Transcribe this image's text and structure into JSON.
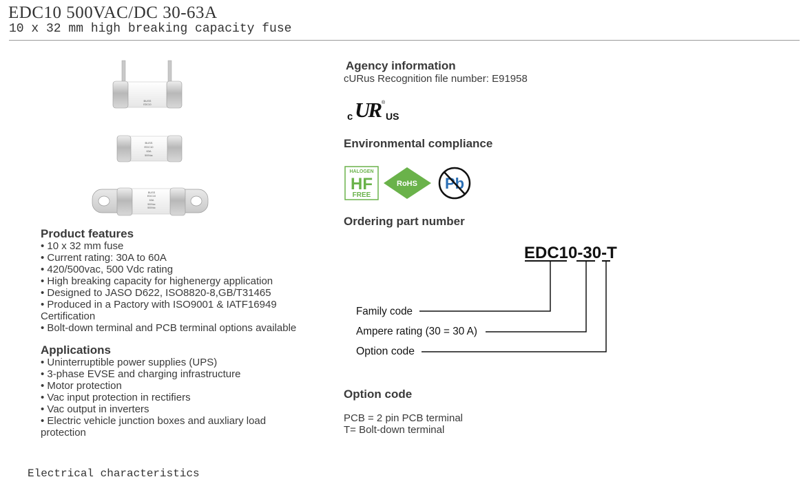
{
  "header": {
    "title": "EDC10 500VAC/DC 30-63A",
    "subtitle": "10 x 32 mm high breaking capacity fuse"
  },
  "product_images": {
    "fuse_pcb_label": [
      "BUSS",
      "EDC10"
    ],
    "fuse_plain_label": [
      "BUSS",
      "EDC10",
      "63A",
      "500Vac"
    ],
    "fuse_bolt_label": [
      "BUSS",
      "EDC10",
      "63A",
      "500Vac",
      "500Vdc"
    ]
  },
  "product_features": {
    "title": "Product features",
    "items": [
      "10 x 32 mm fuse",
      "Current rating: 30A to 60A",
      "420/500vac, 500 Vdc rating",
      "High breaking capacity for highenergy application",
      "Designed to JASO D622, ISO8820-8,GB/T31465",
      "Produced in a Pactory with ISO9001 & IATF16949 Certification",
      "Bolt-down terminal and PCB terminal options available"
    ]
  },
  "applications": {
    "title": "Applications",
    "items": [
      "Uninterruptible power supplies (UPS)",
      "3-phase EVSE and charging infrastructure",
      "Motor protection",
      "Vac input protection in rectifiers",
      "Vac output in inverters",
      "Electric vehicle junction boxes and auxliary load protection"
    ]
  },
  "agency": {
    "title": "Agency information",
    "text": "cURus Recognition file number: E91958",
    "logo": {
      "left": "c",
      "mark": "UR",
      "right": "US",
      "registered": "®"
    }
  },
  "environmental": {
    "title": "Environmental compliance",
    "badges": {
      "halogen_top": "HALOGEN",
      "halogen_mid": "HF",
      "halogen_bottom": "FREE",
      "rohs": "RoHS",
      "pb": "Pb"
    },
    "colors": {
      "green": "#6ab24a",
      "blue": "#2b6fb5"
    }
  },
  "ordering": {
    "title": "Ordering part number",
    "part_prefix": "EDC10",
    "sep1": "-",
    "part_amp": "30",
    "sep2": "-",
    "part_option": "T",
    "labels": {
      "family": "Family code",
      "ampere": "Ampere rating (30 = 30 A)",
      "option": "Option code"
    }
  },
  "option_code": {
    "title": "Option code",
    "lines": [
      "PCB = 2 pin PCB terminal",
      "T= Bolt-down terminal"
    ]
  },
  "electrical": {
    "title": "Electrical characteristics"
  }
}
